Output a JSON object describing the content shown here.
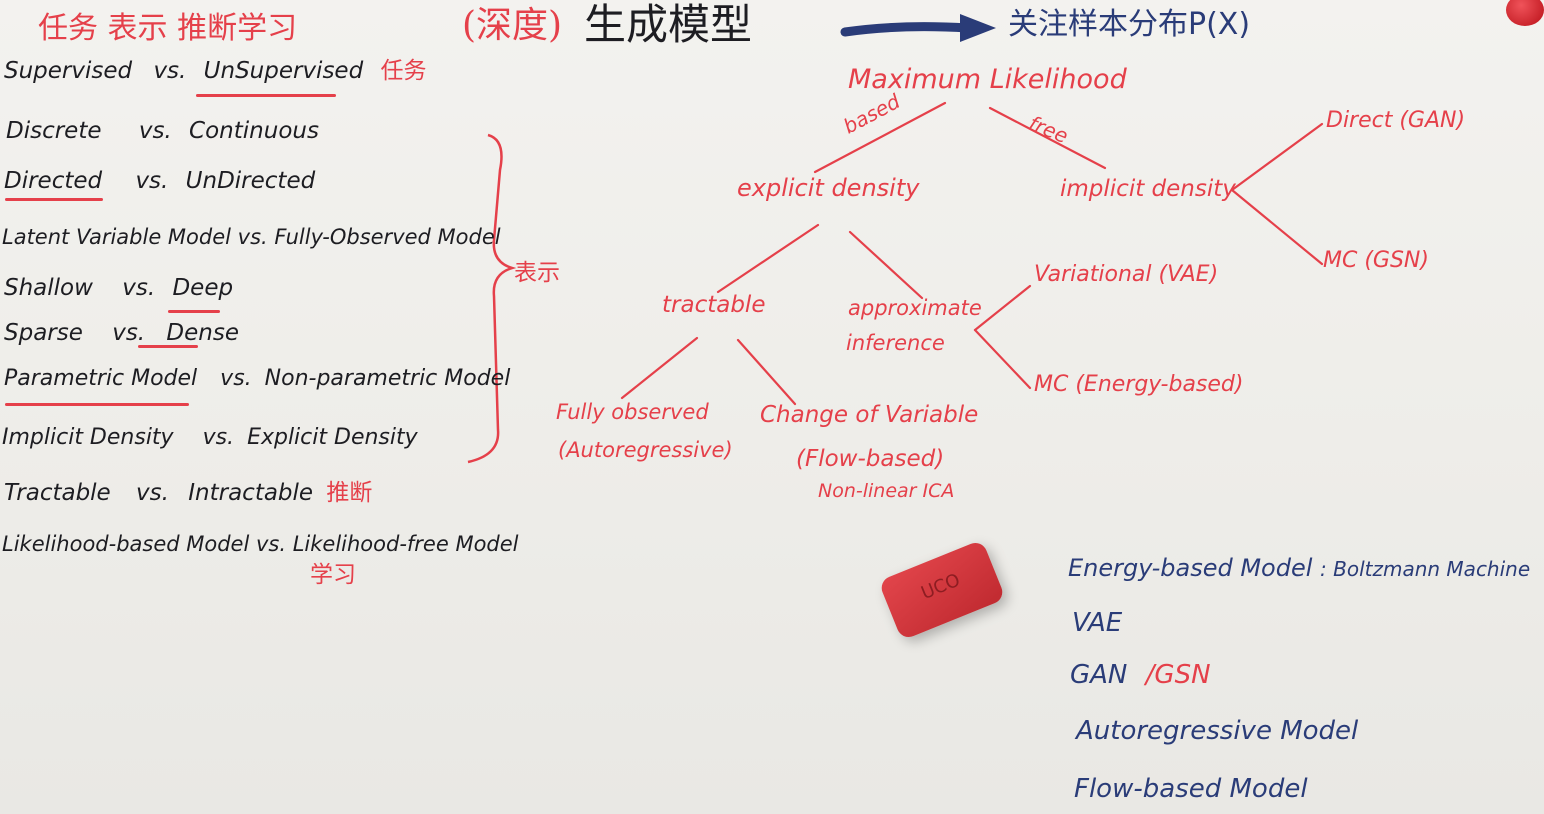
{
  "header": {
    "left_title": "任务 表示 推断学习",
    "center_prefix": "(深度)",
    "center_title": "生成模型",
    "focus": "关注样本分布P(X)"
  },
  "left_list": [
    {
      "a": "Supervised",
      "vs": "vs.",
      "b": "UnSupervised",
      "tag": "任务"
    },
    {
      "a": "Discrete",
      "vs": "vs.",
      "b": "Continuous"
    },
    {
      "a": "Directed",
      "vs": "vs.",
      "b": "UnDirected"
    },
    {
      "text": "Latent Variable Model vs. Fully-Observed Model"
    },
    {
      "a": "Shallow",
      "vs": "vs.",
      "b": "Deep"
    },
    {
      "a": "Sparse",
      "vs": "vs.",
      "b": "Dense"
    },
    {
      "a": "Parametric Model",
      "vs": "vs.",
      "b": "Non-parametric Model"
    },
    {
      "a": "Implicit Density",
      "vs": "vs.",
      "b": "Explicit Density"
    },
    {
      "a": "Tractable",
      "vs": "vs.",
      "b": "Intractable",
      "tag": "推断"
    },
    {
      "text": "Likelihood-based Model vs. Likelihood-free Model",
      "tag": "学习"
    }
  ],
  "brace_label": "表示",
  "tree": {
    "root": "Maximum Likelihood",
    "based": "based",
    "free": "free",
    "explicit": "explicit density",
    "implicit": "implicit density",
    "direct": "Direct (GAN)",
    "mc_gsn": "MC (GSN)",
    "tractable": "tractable",
    "approx1": "approximate",
    "approx2": "inference",
    "variational": "Variational (VAE)",
    "mc_energy": "MC (Energy-based)",
    "fully1": "Fully observed",
    "fully2": "(Autoregressive)",
    "change1": "Change of Variable",
    "change2": "(Flow-based)",
    "change3": "Non-linear ICA"
  },
  "model_list": {
    "energy": "Energy-based Model",
    "boltz": ": Boltzmann Machine",
    "vae": "VAE",
    "gan": "GAN",
    "gsn": "/GSN",
    "auto": "Autoregressive Model",
    "flow": "Flow-based Model"
  },
  "eraser_text": "UCO",
  "colors": {
    "black_ink": "#1d1d22",
    "red_ink": "#e5404a",
    "blue_ink": "#2a3c78",
    "board": "#efeeea",
    "eraser": "#d8323a",
    "magnet": "#d1141c"
  }
}
